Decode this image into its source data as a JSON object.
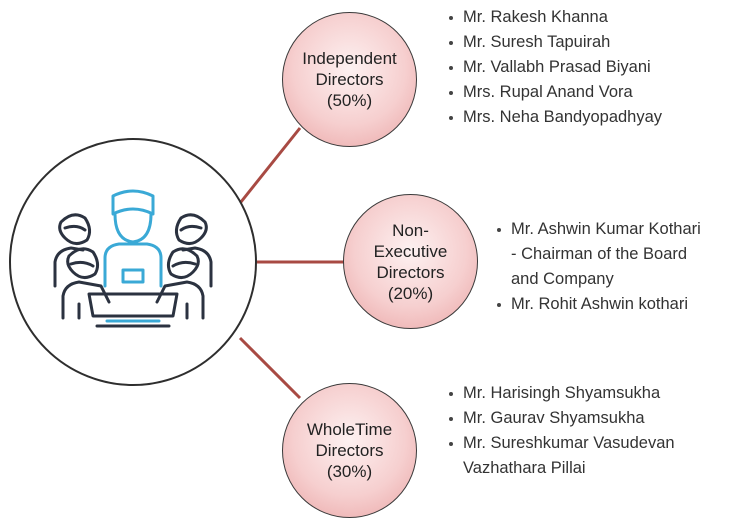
{
  "diagram": {
    "line_color": "#a84a43",
    "node_fill": "#f6cfcf",
    "icon_highlight_color": "#3aa9d6",
    "icon_color": "#2b3240",
    "hub_icon": "board-meeting-icon",
    "groups": [
      {
        "label_lines": [
          "Independent",
          "Directors",
          "(50%)"
        ],
        "members": [
          [
            "Mr. Rakesh Khanna"
          ],
          [
            "Mr. Suresh Tapuirah"
          ],
          [
            "Mr. Vallabh Prasad Biyani"
          ],
          [
            "Mrs. Rupal Anand Vora"
          ],
          [
            "Mrs. Neha Bandyopadhyay"
          ]
        ]
      },
      {
        "label_lines": [
          "Non-",
          "Executive",
          "Directors",
          "(20%)"
        ],
        "members": [
          [
            "Mr. Ashwin Kumar Kothari",
            "- Chairman of the Board",
            "and Company"
          ],
          [
            "Mr. Rohit Ashwin kothari"
          ]
        ]
      },
      {
        "label_lines": [
          "WholeTime",
          "Directors",
          "(30%)"
        ],
        "members": [
          [
            "Mr. Harisingh Shyamsukha"
          ],
          [
            "Mr. Gaurav Shyamsukha"
          ],
          [
            "Mr. Sureshkumar Vasudevan",
            "Vazhathara Pillai"
          ]
        ]
      }
    ]
  }
}
